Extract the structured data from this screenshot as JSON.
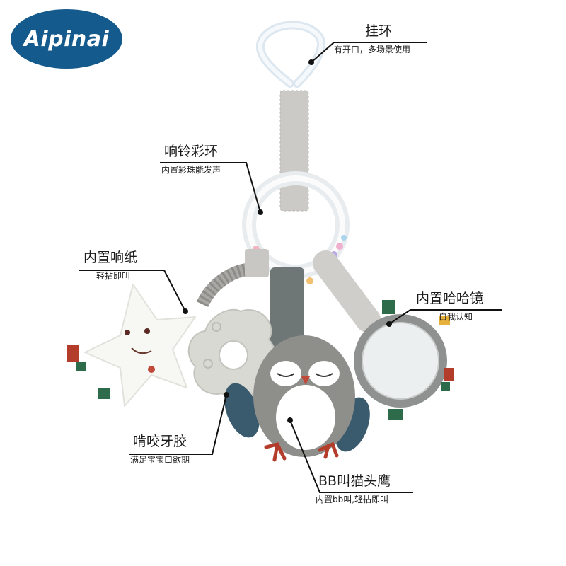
{
  "brand": {
    "logo_text": "Aipinai",
    "logo_color": "#155a8c"
  },
  "callouts": {
    "hook": {
      "title": "挂环",
      "sub": "有开口，多场景使用"
    },
    "rattle": {
      "title": "响铃彩环",
      "sub": "内置彩珠能发声"
    },
    "paper": {
      "title": "内置响纸",
      "sub": "轻拈即叫"
    },
    "mirror": {
      "title": "内置哈哈镜",
      "sub": "自我认知"
    },
    "teether": {
      "title": "啃咬牙胶",
      "sub": "满足宝宝口欲期"
    },
    "owl": {
      "title": "BB叫猫头鹰",
      "sub": "内置bb叫,轻拈即叫"
    }
  },
  "colors": {
    "line": "#111111",
    "fabric_gray": "#c9c9c6",
    "owl_gray": "#8e8e8b",
    "star_white": "#f7f7f4"
  }
}
